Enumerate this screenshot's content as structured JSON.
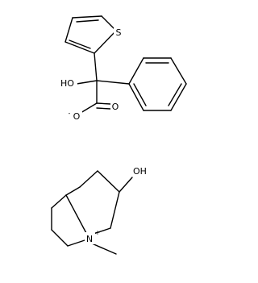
{
  "structure": {
    "upper": {
      "thiophene_sulfur": "S",
      "hydroxyl": "HO",
      "carboxylate_oxygen_double": "O",
      "carboxylate_oxygen_single": "O",
      "carboxylate_charge": "-"
    },
    "lower": {
      "hydroxyl": "OH",
      "nitrogen": "N",
      "nitrogen_charge": "+"
    }
  }
}
